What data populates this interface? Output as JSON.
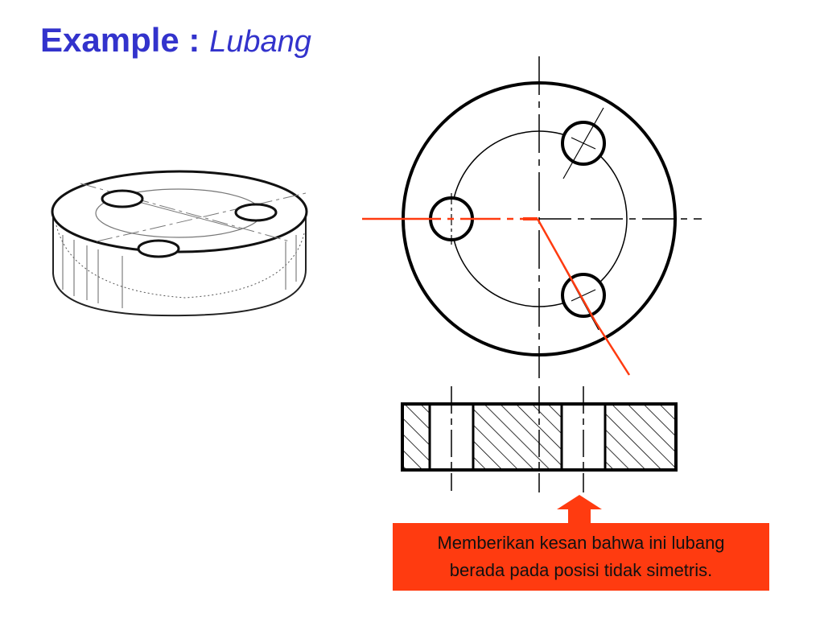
{
  "title": {
    "main": "Example : ",
    "sub": "Lubang"
  },
  "callout": {
    "line1": "Memberikan kesan bahwa ini lubang",
    "line2": "berada pada posisi tidak simetris."
  },
  "colors": {
    "title": "#3333cc",
    "accent": "#ff3b10",
    "ink": "#000000"
  }
}
